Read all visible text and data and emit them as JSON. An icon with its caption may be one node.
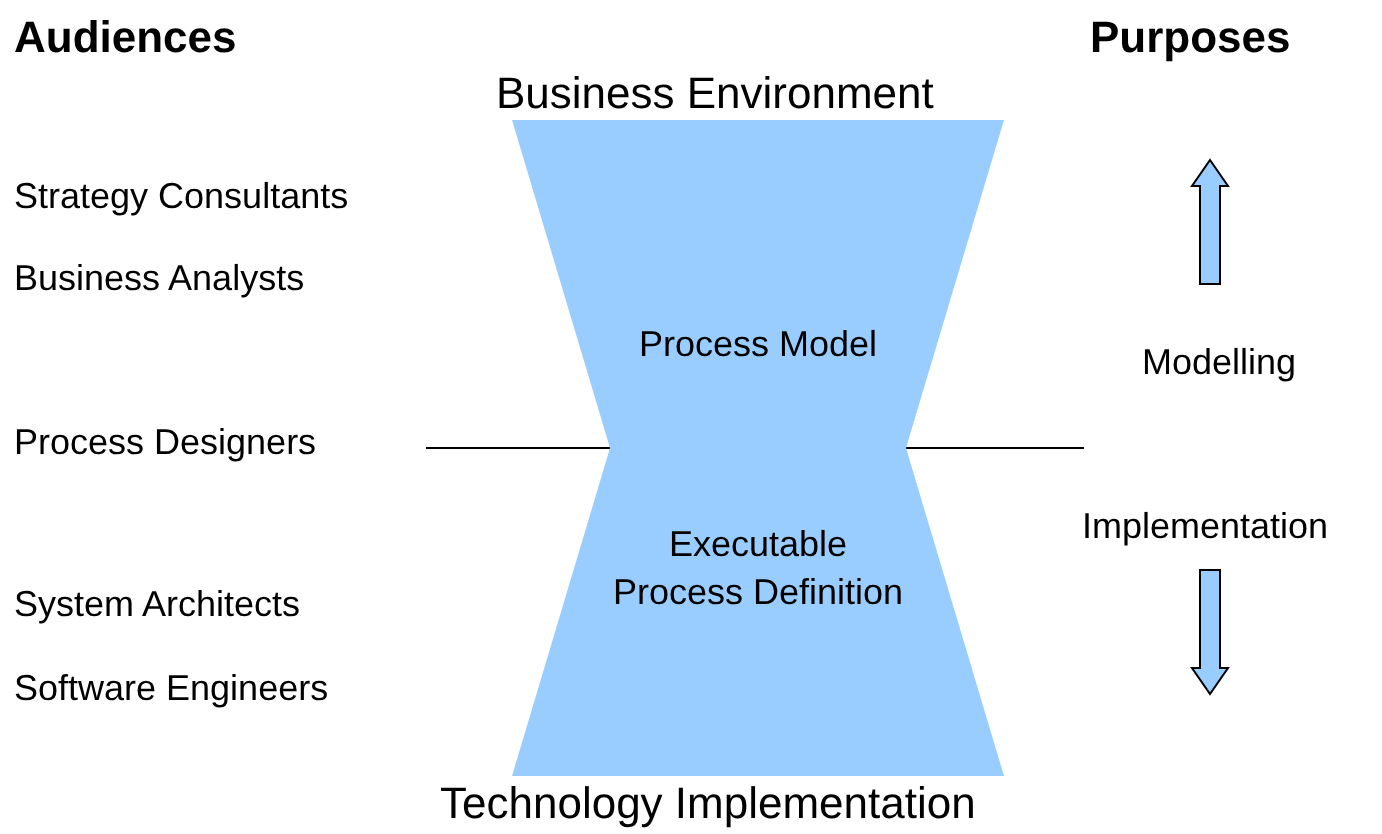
{
  "diagram": {
    "nodes": [
      {
        "text": [
          "Process Model"
        ]
      },
      {
        "text": [
          "Executable Process Definition"
        ]
      }
    ],
    "edges": [],
    "labels": [
      "Audiences",
      "Purposes",
      "Business Environment",
      "Strategy Consultants",
      "Business Analysts",
      "Modelling",
      "Process Designers",
      "Implementation",
      "System Architects",
      "Software Engineers",
      "Technology Implementation"
    ]
  }
}
